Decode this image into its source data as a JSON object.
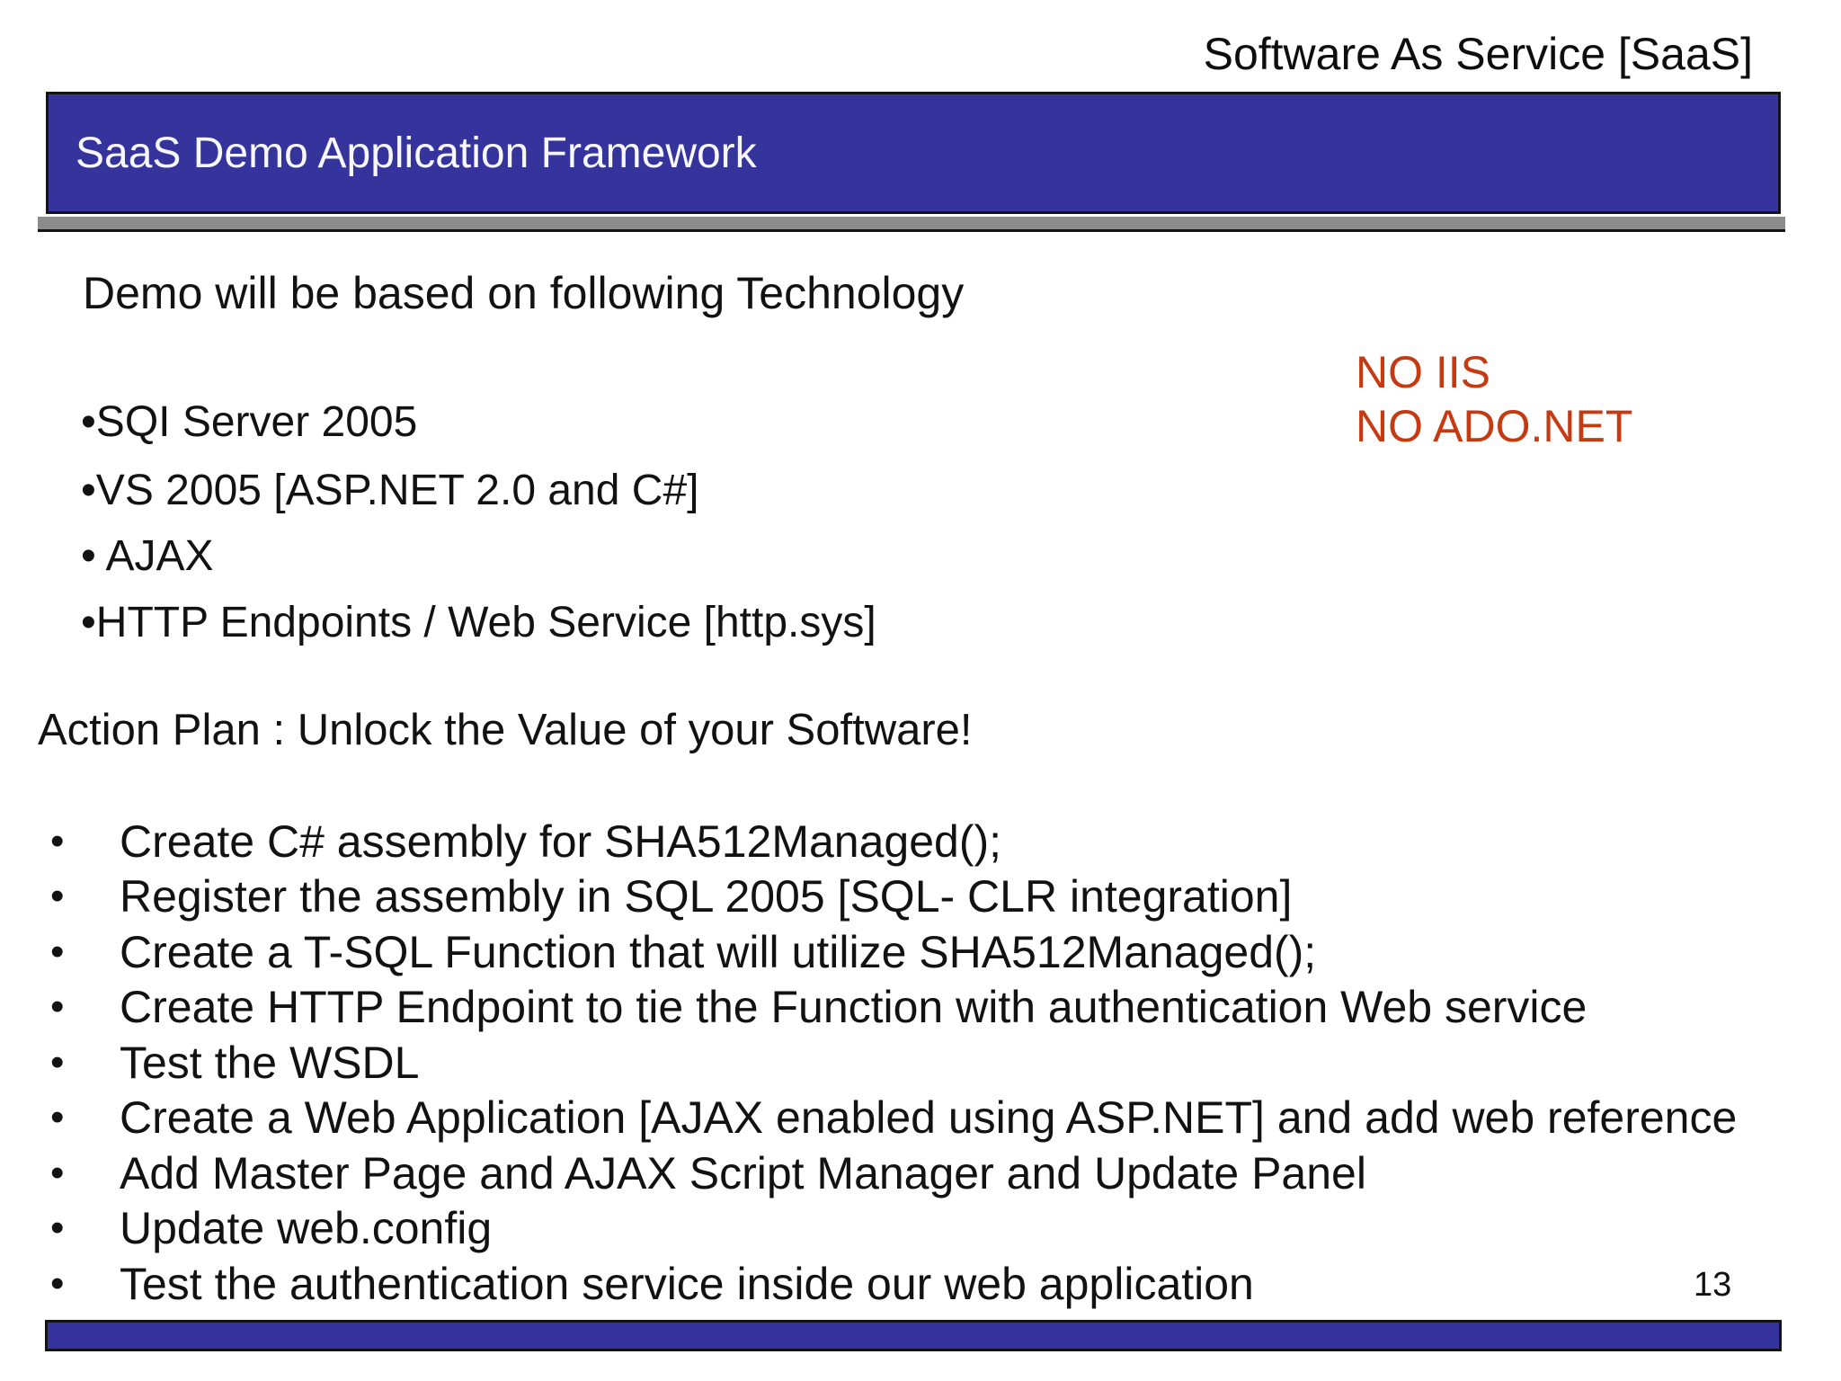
{
  "page": {
    "kicker": "Software As Service [SaaS]",
    "title": "SaaS Demo Application Framework",
    "page_number": "13"
  },
  "intro": {
    "heading": "Demo will be based on following Technology"
  },
  "callout": {
    "line1": "NO IIS",
    "line2": "NO ADO.NET",
    "color": "#c63a12"
  },
  "tech_list": {
    "items": [
      "•SQI Server 2005",
      "•VS 2005 [ASP.NET 2.0 and C#]",
      "• AJAX",
      "•HTTP Endpoints / Web Service [http.sys]"
    ]
  },
  "action_plan": {
    "heading": "Action Plan : Unlock the Value of your Software!",
    "bullet_char": "•",
    "items": [
      "Create C# assembly for SHA512Managed();",
      "Register the assembly in SQL 2005 [SQL- CLR integration]",
      "Create a T-SQL Function that will utilize SHA512Managed();",
      "Create HTTP Endpoint to tie the Function with authentication Web service",
      "Test the WSDL",
      "Create a Web Application [AJAX enabled using ASP.NET] and add web reference",
      "Add Master Page and AJAX Script Manager and Update Panel",
      "Update web.config",
      "Test the authentication service inside our web application"
    ]
  },
  "colors": {
    "bar_blue": "#34349c",
    "bar_gray": "#8b8b8b",
    "border_dark": "#141414",
    "callout_red": "#c63a12",
    "title_text": "#f7f7fd",
    "body_text": "#121212"
  }
}
